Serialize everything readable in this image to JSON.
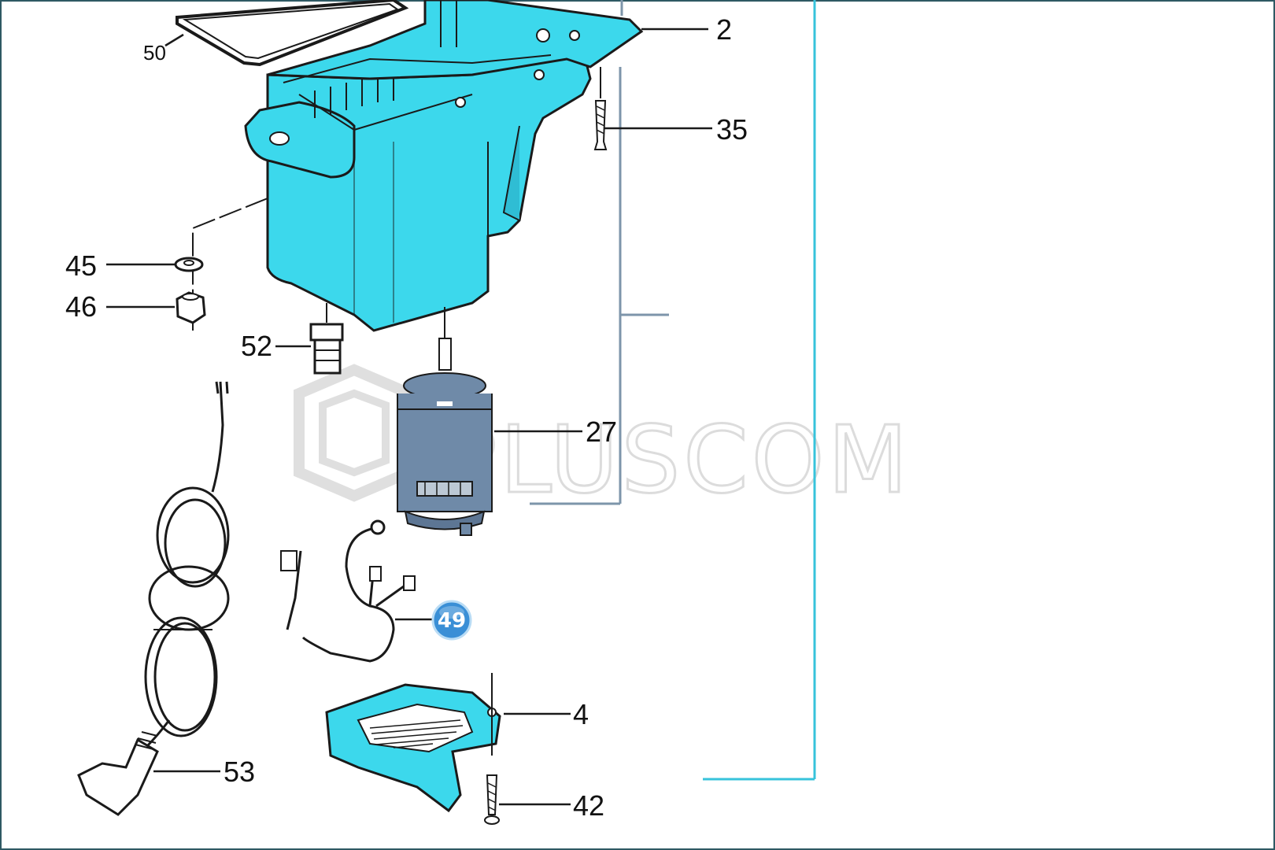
{
  "watermark": "PLUSCOM",
  "colors": {
    "part_fill": "#3cd8ec",
    "outline": "#1a1a1a",
    "motor": "#6f8aa8",
    "bracket_right": "#37c3db",
    "bracket_inner": "#7d95aa",
    "badge": "#3a8fd6",
    "frame": "#2e5963"
  },
  "labels": {
    "p50": "50",
    "p2": "2",
    "p35": "35",
    "p45": "45",
    "p46": "46",
    "p52": "52",
    "p27": "27",
    "p49": "49",
    "p4": "4",
    "p53": "53",
    "p42": "42"
  },
  "highlighted_part": "49"
}
